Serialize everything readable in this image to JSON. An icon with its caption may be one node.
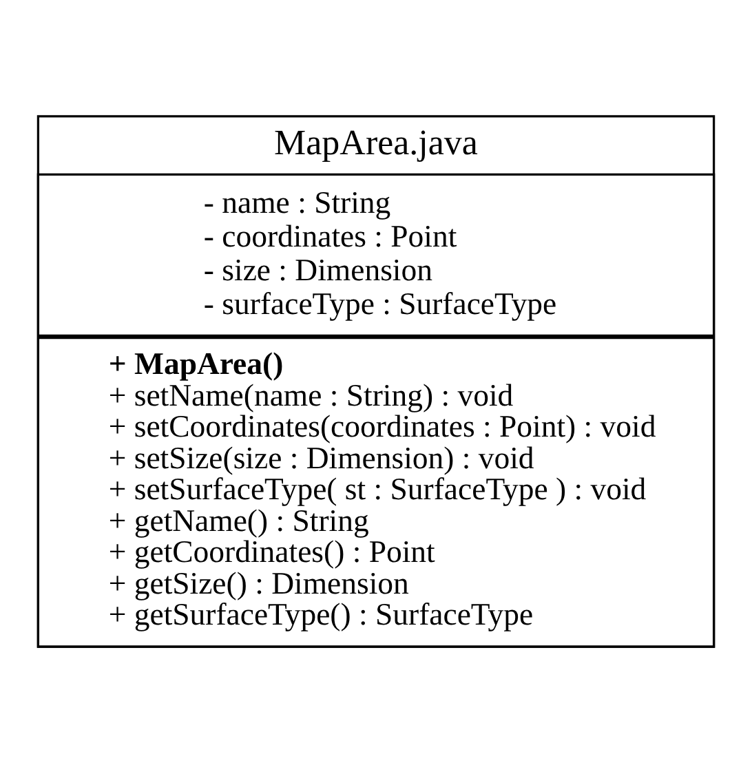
{
  "diagram": {
    "nodes": [
      {
        "text": [
          "MapArea.java"
        ]
      },
      {
        "text": [
          "- name : String",
          "- coordinates : Point",
          "- size : Dimension",
          "- surfaceType : SurfaceType"
        ],
        "in": 0
      },
      {
        "text": [
          "+ MapArea()",
          "+ setName(name : String) : void",
          "+ setCoordinates(coordinates : Point) : void",
          "+ setSize(size : Dimension) : void",
          "+ setSurfaceType( st : SurfaceType ) : void",
          "+ getName() : String",
          "+ getCoordinates() : Point",
          "+ getSize() : Dimension",
          "+ getSurfaceType() : SurfaceType"
        ],
        "in": 0
      }
    ],
    "edges": []
  }
}
